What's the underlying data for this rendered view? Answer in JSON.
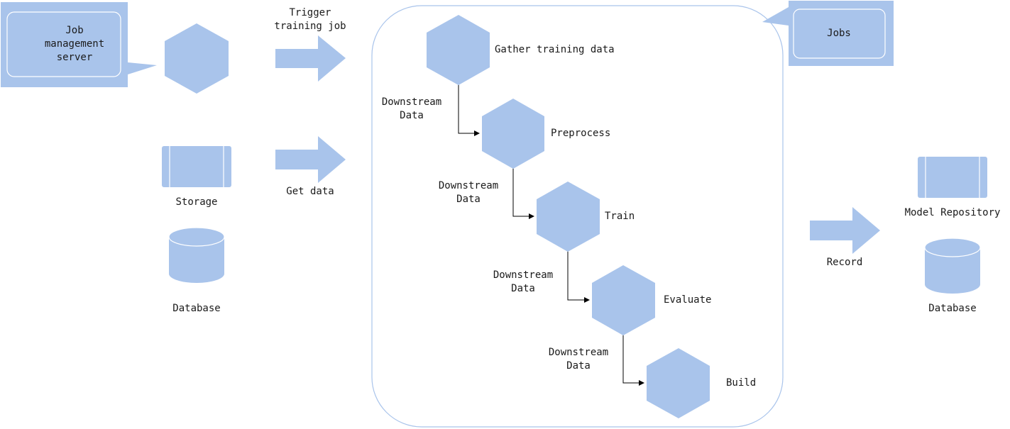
{
  "colors": {
    "shape_fill": "#a9c4eb",
    "callout_inner_stroke": "#ffffff",
    "container_stroke": "#a9c4eb",
    "connector": "#000000",
    "text": "#1a1a1a"
  },
  "job_server": {
    "line1": "Job",
    "line2": "management",
    "line3": "server",
    "icon": "hexagon-icon"
  },
  "trigger": {
    "line1": "Trigger",
    "line2": "training job"
  },
  "storage": {
    "label": "Storage",
    "icon": "storage-icon"
  },
  "get_data": {
    "label": "Get data"
  },
  "database_left": {
    "label": "Database",
    "icon": "database-icon"
  },
  "jobs": {
    "label": "Jobs"
  },
  "pipeline": {
    "steps": [
      {
        "label": "Gather training data"
      },
      {
        "label": "Preprocess"
      },
      {
        "label": "Train"
      },
      {
        "label": "Evaluate"
      },
      {
        "label": "Build"
      }
    ],
    "connectors": [
      {
        "line1": "Downstream",
        "line2": "Data"
      },
      {
        "line1": "Downstream",
        "line2": "Data"
      },
      {
        "line1": "Downstream",
        "line2": "Data"
      },
      {
        "line1": "Downstream",
        "line2": "Data"
      }
    ]
  },
  "record": {
    "label": "Record"
  },
  "model_repository": {
    "label": "Model Repository",
    "icon": "storage-icon"
  },
  "database_right": {
    "label": "Database",
    "icon": "database-icon"
  }
}
